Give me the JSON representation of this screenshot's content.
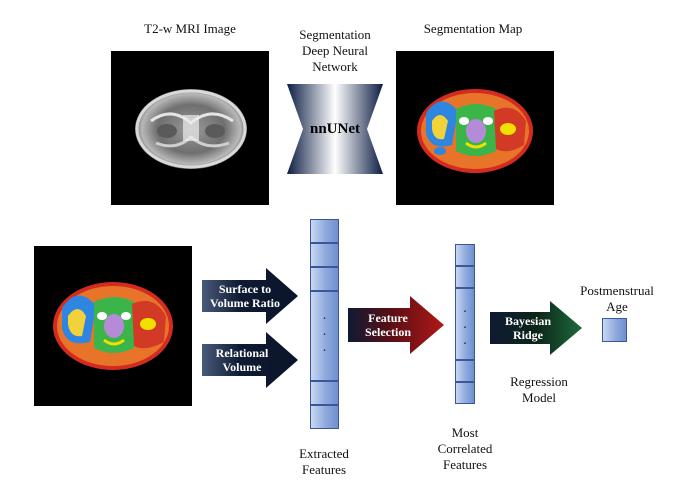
{
  "top_row": {
    "mri_title": "T2-w MRI Image",
    "network_title_line1": "Segmentation",
    "network_title_line2": "Deep Neural",
    "network_title_line3": "Network",
    "network_name": "nnUNet",
    "segmap_title": "Segmentation Map"
  },
  "pipeline": {
    "arrow_surface_line1": "Surface to",
    "arrow_surface_line2": "Volume Ratio",
    "arrow_relational_line1": "Relational",
    "arrow_relational_line2": "Volume",
    "extracted_line1": "Extracted",
    "extracted_line2": "Features",
    "selection_line1": "Feature",
    "selection_line2": "Selection",
    "correlated_line1": "Most",
    "correlated_line2": "Correlated",
    "correlated_line3": "Features",
    "bayesian_line1": "Bayesian",
    "bayesian_line2": "Ridge",
    "regression_line1": "Regression",
    "regression_line2": "Model",
    "output_line1": "Postmenstrual",
    "output_line2": "Age",
    "ellipsis_dot": "."
  },
  "colors": {
    "arrow_dark": "#0e1a33",
    "arrow_selection": "#7a0d0d",
    "arrow_bayesian": "#0f2a1a",
    "feature_cell": "#8ea9dd",
    "feature_border": "#3b5798",
    "network_gradient": "#0d1d44"
  }
}
